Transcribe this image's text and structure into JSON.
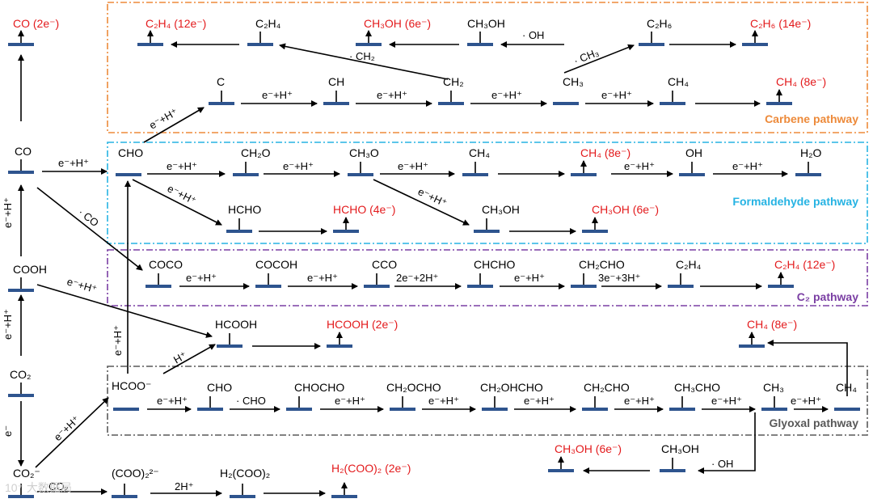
{
  "pathways": {
    "carbene": {
      "title": "Carbene pathway",
      "color": "#ed8a3a"
    },
    "formaldehyde": {
      "title": "Formaldehyde pathway",
      "color": "#26b3e3"
    },
    "c2": {
      "title": "C₂ pathway",
      "color": "#7a3ea3"
    },
    "glyoxal": {
      "title": "Glyoxal pathway",
      "color": "#595959"
    }
  },
  "intermediates": {
    "co2_minus": "CO₂⁻",
    "co2": "CO₂",
    "cooh": "COOH",
    "co": "CO",
    "hcoo": "HCOO⁻",
    "hcooh": "HCOOH",
    "c_carb": "C",
    "ch_carb": "CH",
    "ch2_carb": "CH₂",
    "ch3_carb": "CH₃",
    "ch4_carb": "CH₄",
    "c2h4_mid": "C₂H₄",
    "ch3oh_mid": "CH₃OH",
    "c2h6_mid": "C₂H₆",
    "cho_f": "CHO",
    "ch2o": "CH₂O",
    "ch3o": "CH₃O",
    "ch4_f": "CH₄",
    "oh": "OH",
    "hcho": "HCHO",
    "ch3oh_f": "CH₃OH",
    "coco": "COCO",
    "cocoh": "COCOH",
    "cco": "CCO",
    "chcho": "CHCHO",
    "ch2cho_c2": "CH₂CHO",
    "c2h4_c2": "C₂H₄",
    "cho_g": "CHO",
    "chocho": "CHOCHO",
    "ch2ocho": "CH₂OCHO",
    "ch2ohcho": "CH₂OHCHO",
    "ch2cho_g": "CH₂CHO",
    "ch3cho": "CH₃CHO",
    "ch3_g": "CH₃",
    "ch4_g": "CH₄",
    "ch3oh_g": "CH₃OH",
    "oxalate": "(COO)₂²⁻",
    "oxalic_mid": "H₂(COO)₂"
  },
  "products": {
    "co_2e": "CO (2e⁻)",
    "c2h4_12e_top": "C₂H₄ (12e⁻)",
    "ch3oh_6e_top": "CH₃OH (6e⁻)",
    "c2h6_14e": "C₂H₆ (14e⁻)",
    "ch4_8e_carb": "CH₄ (8e⁻)",
    "ch4_8e_f": "CH₄ (8e⁻)",
    "h2o": "H₂O",
    "hcho_4e": "HCHO (4e⁻)",
    "ch3oh_6e_f": "CH₃OH (6e⁻)",
    "c2h4_12e_c2": "C₂H₄ (12e⁻)",
    "hcooh_2e": "HCOOH (2e⁻)",
    "ch4_8e_g": "CH₄ (8e⁻)",
    "ch3oh_6e_g": "CH₃OH (6e⁻)",
    "oxalic_2e": "H₂(COO)₂ (2e⁻)"
  },
  "steps": {
    "eh": "e⁻+H⁺",
    "e": "e⁻",
    "h_plus": "H⁺",
    "oh_rad": "· OH",
    "ch2_rad": "· CH₂",
    "ch3_rad": "· CH₃",
    "co_rad": "· CO",
    "cho_rad": "· CHO",
    "co2_rad": "· CO₂",
    "two_e_two_h": "2e⁻+2H⁺",
    "three_e_three_h": "3e⁻+3H⁺",
    "two_h": "2H⁺"
  },
  "watermark": "10⁺ 大数据局"
}
